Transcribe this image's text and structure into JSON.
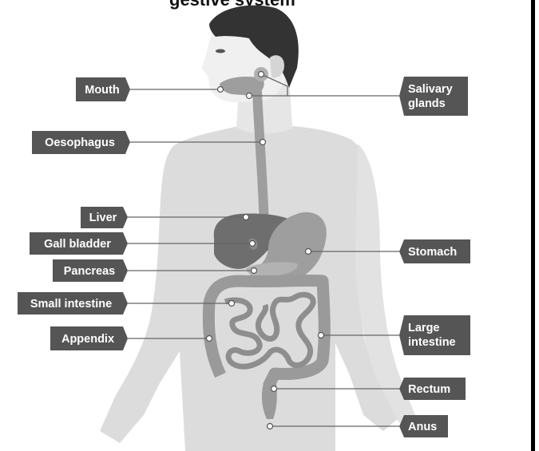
{
  "title_fragment": "gestive system",
  "colors": {
    "label_box": "#555555",
    "body": "#dcdcdc",
    "organ_mid": "#9e9e9e",
    "organ_dark": "#6e6e6e",
    "hair": "#333333",
    "leader_line": "#666666"
  },
  "labels": {
    "mouth": "Mouth",
    "oesophagus": "Oesophagus",
    "liver": "Liver",
    "gall_bladder": "Gall bladder",
    "pancreas": "Pancreas",
    "small_intestine": "Small intestine",
    "appendix": "Appendix",
    "salivary_glands": [
      "Salivary",
      "glands"
    ],
    "stomach": "Stomach",
    "large_intestine": [
      "Large",
      "intestine"
    ],
    "rectum": "Rectum",
    "anus": "Anus"
  }
}
